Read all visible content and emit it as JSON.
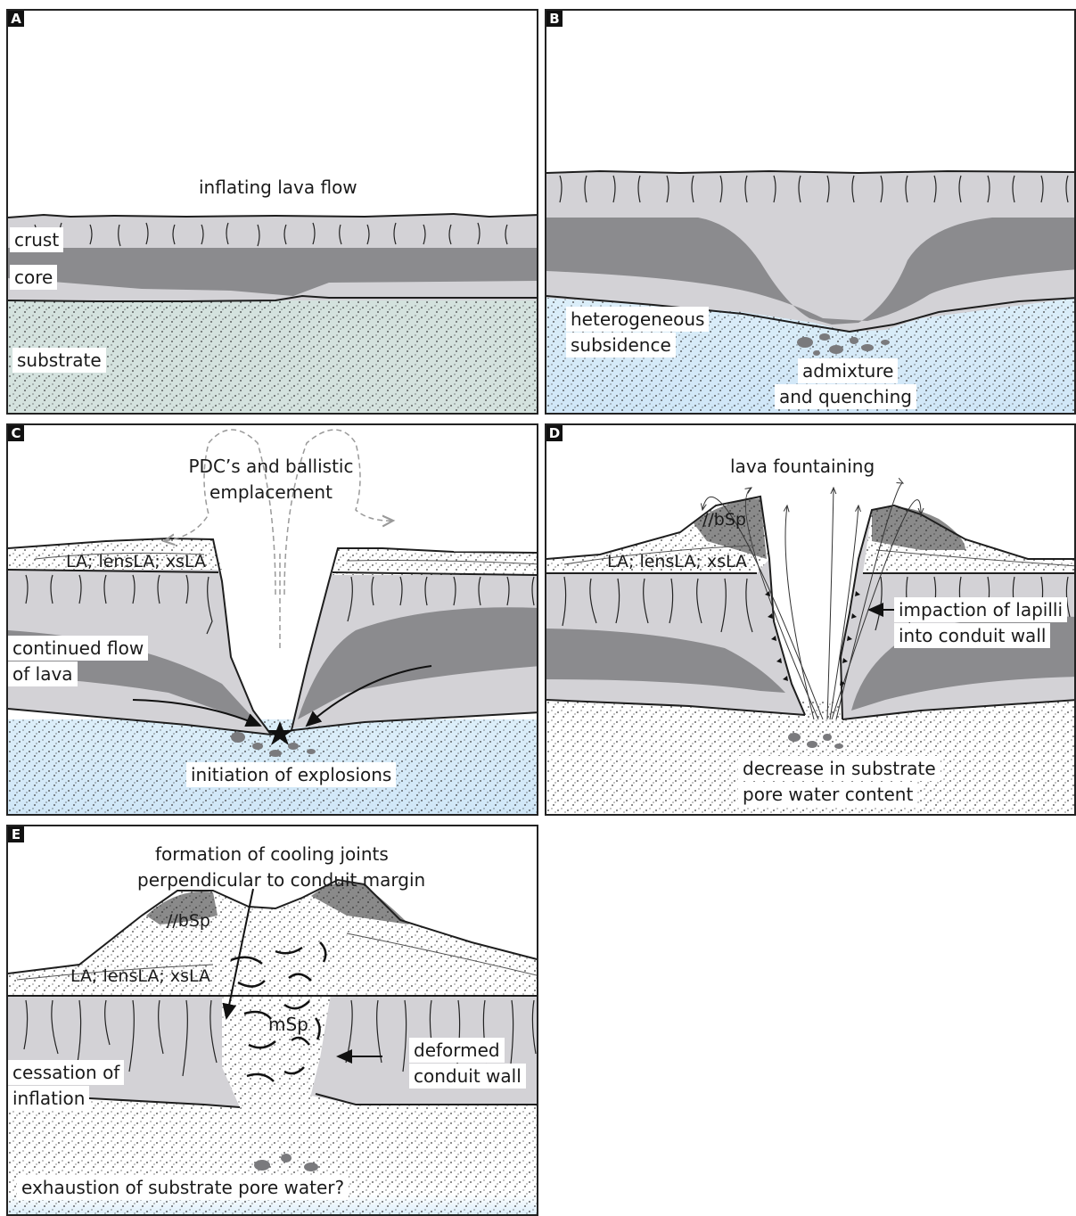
{
  "panels": {
    "a": {
      "letter": "A",
      "title": "inflating lava flow",
      "crust": "crust",
      "core": "core",
      "substrate": "substrate"
    },
    "b": {
      "letter": "B",
      "subsidence_1": "heterogeneous",
      "subsidence_2": "subsidence",
      "admixture_1": "admixture",
      "admixture_2": "and quenching"
    },
    "c": {
      "letter": "C",
      "pdc_1": "PDC’s and ballistic",
      "pdc_2": "emplacement",
      "facies": "LA; lensLA; xsLA",
      "flow_1": "continued flow",
      "flow_2": "of lava",
      "explosions": "initiation of explosions"
    },
    "d": {
      "letter": "D",
      "fountain": "lava fountaining",
      "bsp": "//bSp",
      "facies": "LA; lensLA; xsLA",
      "impaction_1": "impaction of lapilli",
      "impaction_2": "into conduit wall",
      "decrease_1": "decrease in substrate",
      "decrease_2": "pore water content"
    },
    "e": {
      "letter": "E",
      "joints_1": "formation of cooling joints",
      "joints_2": "perpendicular to conduit margin",
      "bsp": "//bSp",
      "facies": "LA; lensLA; xsLA",
      "msp": "mSp",
      "deformed_1": "deformed",
      "deformed_2": "conduit wall",
      "cessation_1": "cessation of",
      "cessation_2": "inflation",
      "exhaustion": "exhaustion of substrate pore water?"
    }
  },
  "colors": {
    "crust": "#d3d2d6",
    "core": "#8b8b8e",
    "substrate_green": "#d4e2de",
    "substrate_blue": "#d9ecf8",
    "substrate_white": "#ffffff",
    "outline": "#1e1e1e"
  }
}
